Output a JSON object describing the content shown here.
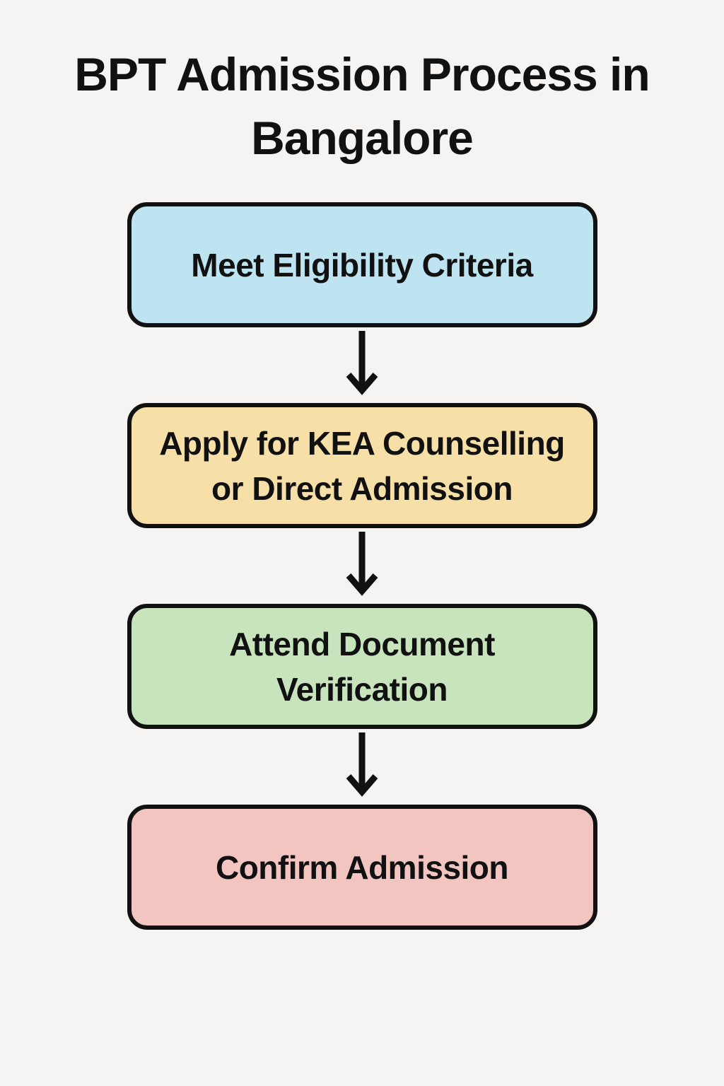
{
  "page": {
    "title": "BPT Admission Process in Bangalore",
    "background": "#f5f4f2",
    "ink": "#111111"
  },
  "flow": {
    "nodes": [
      {
        "id": "meet-eligibility-criteria",
        "lines": [
          "Meet Eligibility Criteria"
        ],
        "fill": "#bee3f1"
      },
      {
        "id": "apply-kea-counselling-or-direct-admission",
        "lines": [
          "Apply for KEA Counselling",
          "or Direct Admission"
        ],
        "fill": "#f7e0a7"
      },
      {
        "id": "attend-document-verification",
        "lines": [
          "Attend Document",
          "Verification"
        ],
        "fill": "#c8e4bd"
      },
      {
        "id": "confirm-admission",
        "lines": [
          "Confirm Admission"
        ],
        "fill": "#f3c5c0"
      }
    ],
    "connector": {
      "type": "down-arrow",
      "color": "#111111"
    }
  }
}
